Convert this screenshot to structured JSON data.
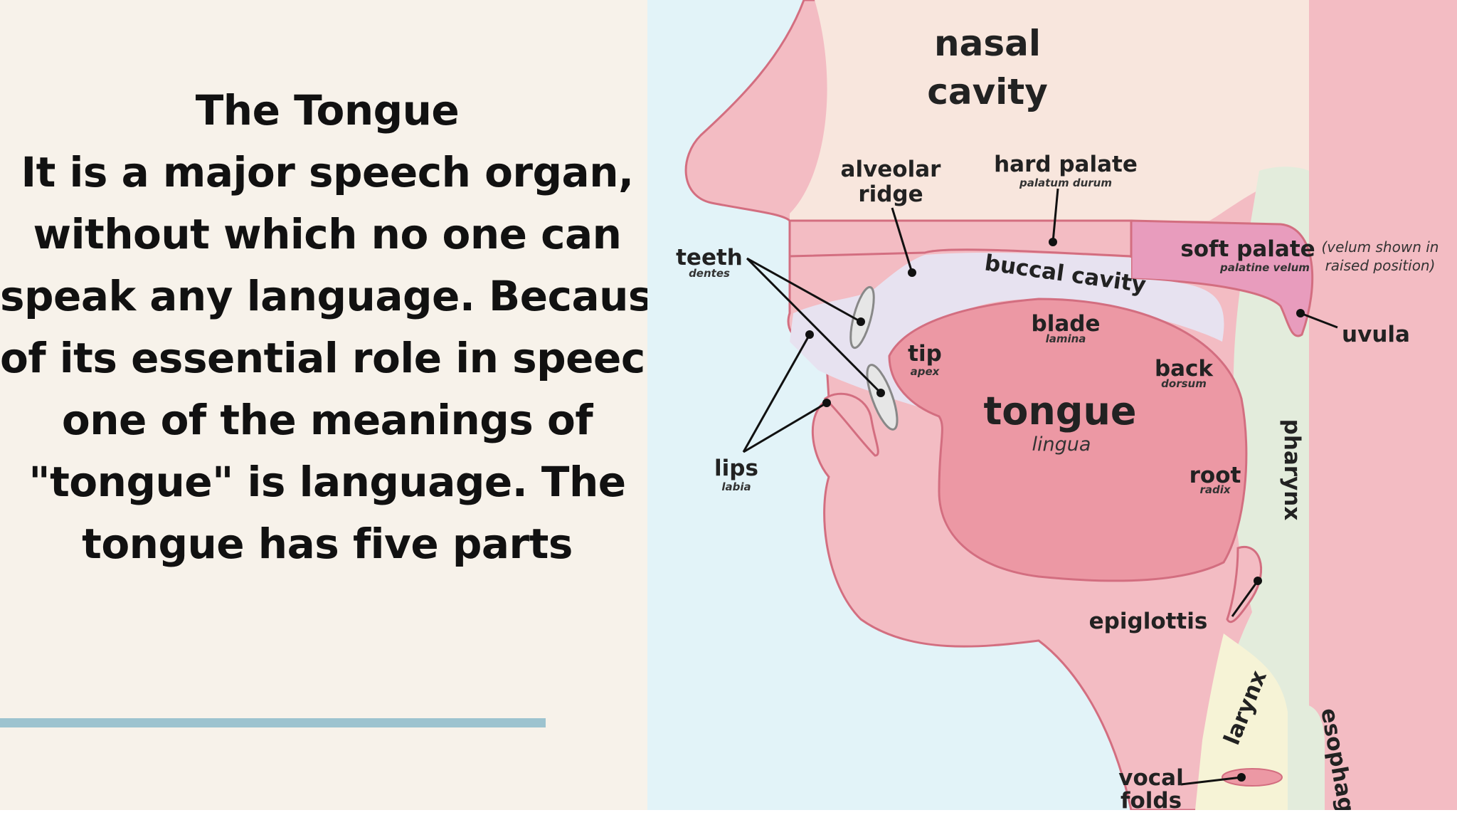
{
  "slide": {
    "title": "The Tongue",
    "lines": [
      "It is a major speech organ,",
      "without which no one can",
      "speak any language. Because",
      "of its essential role in speech,",
      "one of the meanings of",
      "\"tongue\" is language. The",
      "tongue has five parts"
    ]
  },
  "diagram": {
    "nasal_cavity": [
      "nasal",
      "cavity"
    ],
    "alveolar_ridge": [
      "alveolar",
      "ridge"
    ],
    "hard_palate": {
      "label": "hard palate",
      "latin": "palatum durum"
    },
    "soft_palate": {
      "label": "soft palate",
      "latin": "palatine velum"
    },
    "velum_note": [
      "(velum shown in",
      "raised position)"
    ],
    "teeth": {
      "label": "teeth",
      "latin": "dentes"
    },
    "buccal_cavity": "buccal cavity",
    "uvula": "uvula",
    "blade": {
      "label": "blade",
      "latin": "lamina"
    },
    "tip": {
      "label": "tip",
      "latin": "apex"
    },
    "back": {
      "label": "back",
      "latin": "dorsum"
    },
    "tongue": {
      "label": "tongue",
      "latin": "lingua"
    },
    "root": {
      "label": "root",
      "latin": "radix"
    },
    "lips": {
      "label": "lips",
      "latin": "labia"
    },
    "pharynx": "pharynx",
    "epiglottis": "epiglottis",
    "larynx": "larynx",
    "esophagus": "esophag",
    "vocal_folds": [
      "vocal",
      "folds"
    ]
  },
  "colors": {
    "background": "#f7f2ea",
    "accent_bar": "#9dc3cf",
    "tissue": "#f3bcc3",
    "outline": "#d36e80",
    "nasal": "#f8e6dd",
    "buccal": "#e7e2f0",
    "tongue": "#ec98a4",
    "soft_palate": "#e89cbd",
    "pharynx": "#e3ecdc",
    "larynx": "#f6f3d6",
    "air": "#e2f3f8"
  }
}
